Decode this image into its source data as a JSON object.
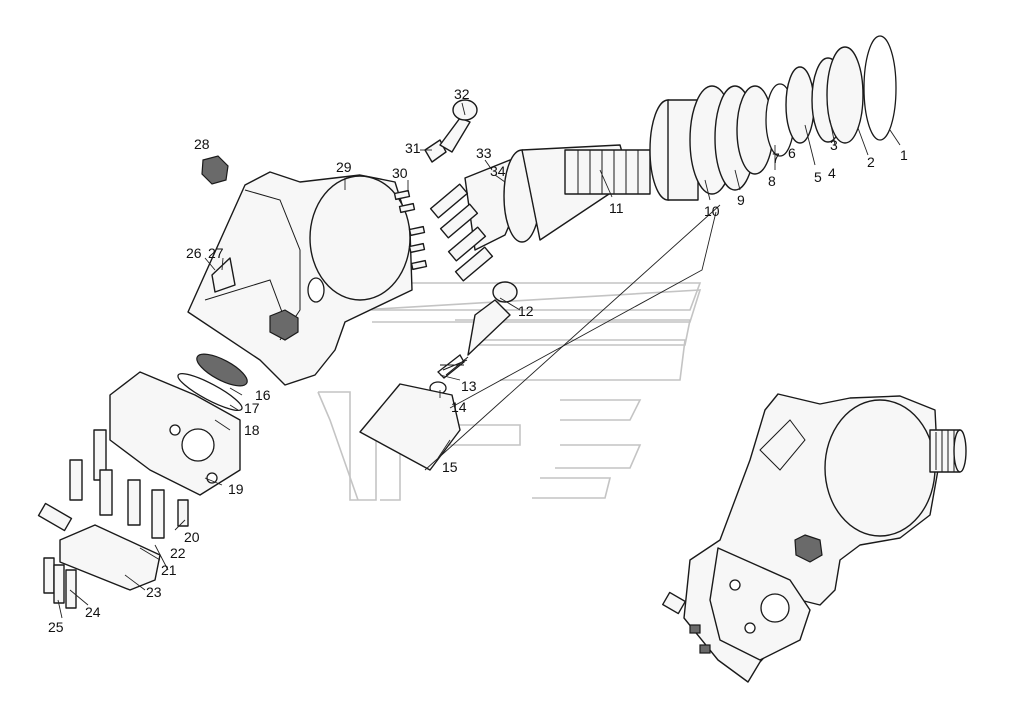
{
  "diagram": {
    "callouts": [
      {
        "id": "1",
        "text": "1"
      },
      {
        "id": "2",
        "text": "2"
      },
      {
        "id": "3",
        "text": "3"
      },
      {
        "id": "4",
        "text": "4"
      },
      {
        "id": "5",
        "text": "5"
      },
      {
        "id": "6",
        "text": "6"
      },
      {
        "id": "7",
        "text": "7"
      },
      {
        "id": "8",
        "text": "8"
      },
      {
        "id": "9",
        "text": "9"
      },
      {
        "id": "10",
        "text": "10"
      },
      {
        "id": "11",
        "text": "11"
      },
      {
        "id": "12",
        "text": "12"
      },
      {
        "id": "13",
        "text": "13"
      },
      {
        "id": "14",
        "text": "14"
      },
      {
        "id": "15",
        "text": "15"
      },
      {
        "id": "16",
        "text": "16"
      },
      {
        "id": "17",
        "text": "17"
      },
      {
        "id": "18",
        "text": "18"
      },
      {
        "id": "19",
        "text": "19"
      },
      {
        "id": "20",
        "text": "20"
      },
      {
        "id": "21",
        "text": "21"
      },
      {
        "id": "22",
        "text": "22"
      },
      {
        "id": "23",
        "text": "23"
      },
      {
        "id": "24",
        "text": "24"
      },
      {
        "id": "25",
        "text": "25"
      },
      {
        "id": "26",
        "text": "26"
      },
      {
        "id": "27",
        "text": "27"
      },
      {
        "id": "28",
        "text": "28"
      },
      {
        "id": "29",
        "text": "29"
      },
      {
        "id": "30",
        "text": "30"
      },
      {
        "id": "31",
        "text": "31"
      },
      {
        "id": "32",
        "text": "32"
      },
      {
        "id": "33",
        "text": "33"
      },
      {
        "id": "34",
        "text": "34"
      }
    ]
  }
}
